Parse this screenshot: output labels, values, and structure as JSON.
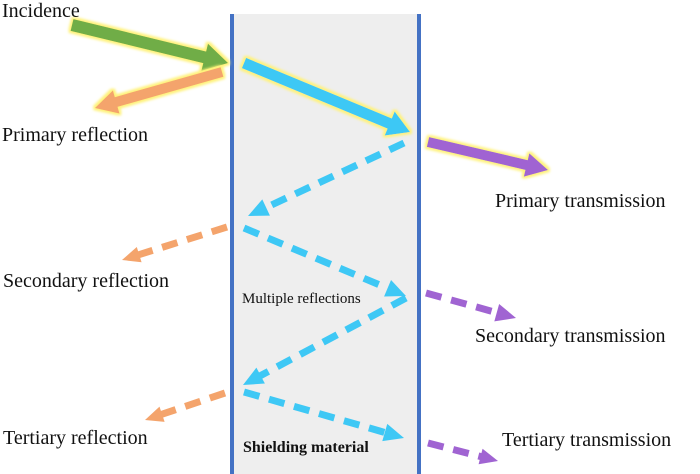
{
  "diagram": {
    "title": "Electromagnetic shielding: reflection and transmission paths",
    "colors": {
      "incidence": "#70ad47",
      "reflection": "#f4a46c",
      "internal": "#3ec8f5",
      "transmission": "#a064d2",
      "glow": "#fff27a",
      "material_fill": "#eeeeee",
      "material_border": "#4472c4"
    },
    "labels": {
      "incidence": "Incidence",
      "primary_reflection": "Primary reflection",
      "primary_transmission": "Primary transmission",
      "secondary_reflection": "Secondary reflection",
      "multiple_reflections": "Multiple reflections",
      "secondary_transmission": "Secondary transmission",
      "tertiary_reflection": "Tertiary reflection",
      "tertiary_transmission": "Tertiary transmission",
      "shielding_material": "Shielding material"
    },
    "arrows": [
      {
        "id": "incidence",
        "style": "solid",
        "glow": true
      },
      {
        "id": "primary-reflection",
        "style": "solid",
        "glow": true
      },
      {
        "id": "internal-1",
        "style": "solid",
        "glow": true
      },
      {
        "id": "primary-transmission",
        "style": "solid",
        "glow": true
      },
      {
        "id": "internal-2",
        "style": "dashed",
        "glow": false
      },
      {
        "id": "secondary-reflection",
        "style": "dashed",
        "glow": false
      },
      {
        "id": "internal-3",
        "style": "dashed",
        "glow": false
      },
      {
        "id": "secondary-transmission",
        "style": "dashed",
        "glow": false
      },
      {
        "id": "internal-4",
        "style": "dashed",
        "glow": false
      },
      {
        "id": "tertiary-reflection",
        "style": "dashed",
        "glow": false
      },
      {
        "id": "internal-5",
        "style": "dashed",
        "glow": false
      },
      {
        "id": "tertiary-transmission",
        "style": "dashed",
        "glow": false
      }
    ]
  }
}
